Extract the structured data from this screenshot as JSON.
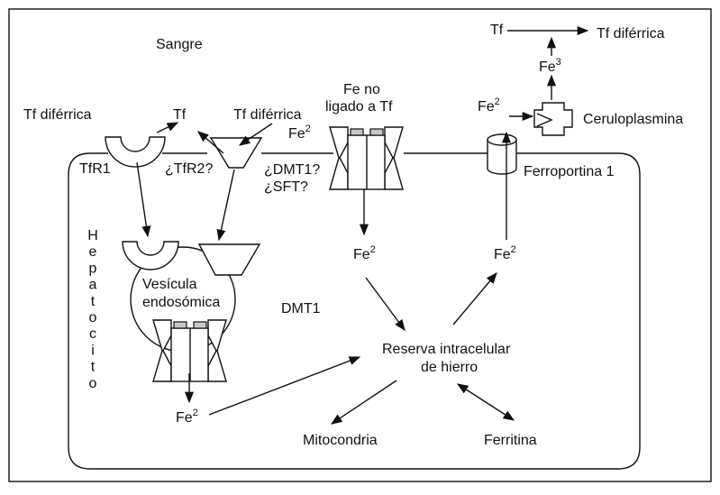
{
  "labels": {
    "sangre": "Sangre",
    "tf_diferrica_left": "Tf diférrica",
    "tf_top": "Tf",
    "tf_diferrica_mid": "Tf diférrica",
    "fe2_tfr2": "Fe",
    "tfr1": "TfR1",
    "tfr2": "¿TfR2?",
    "fe_no_ligado_1": "Fe no",
    "fe_no_ligado_2": "ligado a Tf",
    "dmt1_q": "¿DMT1?",
    "sft_q": "¿SFT?",
    "tf_right": "Tf",
    "tf_diferrica_right": "Tf diférrica",
    "fe3": "Fe",
    "fe2_cerulo": "Fe",
    "ceruloplasmina": "Ceruloplasmina",
    "ferroportina": "Ferroportina 1",
    "hepatocito": [
      "H",
      "e",
      "p",
      "a",
      "t",
      "o",
      "c",
      "i",
      "t",
      "o"
    ],
    "vesicula_1": "Vesícula",
    "vesicula_2": "endosómica",
    "dmt1": "DMT1",
    "fe2_mid": "Fe",
    "fe2_right": "Fe",
    "fe2_bottom": "Fe",
    "reserva_1": "Reserva intracelular",
    "reserva_2": "de hierro",
    "mitocondria": "Mitocondria",
    "ferritina": "Ferritina",
    "sup2": "2",
    "sup3": "3"
  }
}
